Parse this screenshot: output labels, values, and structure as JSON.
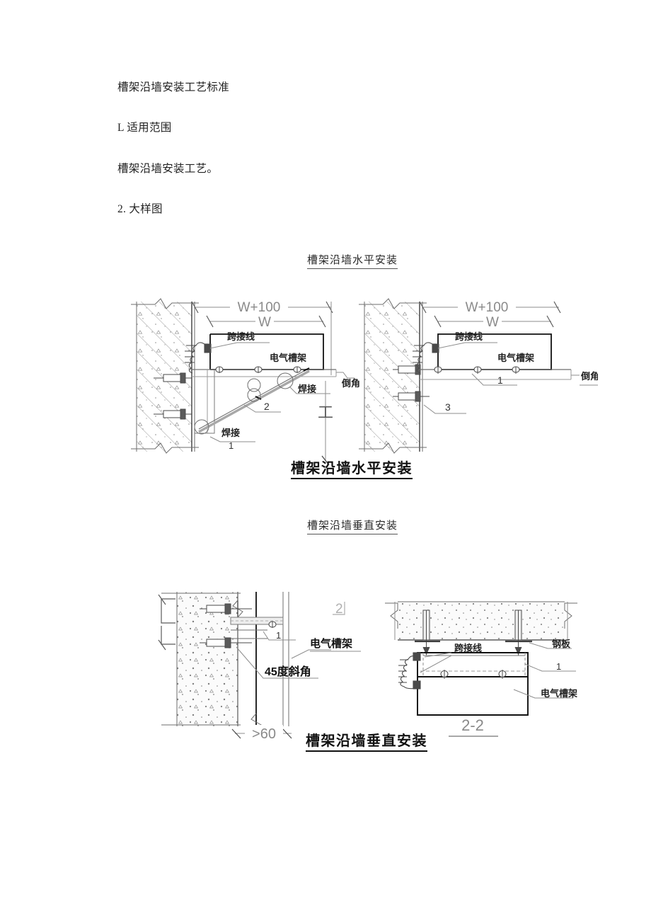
{
  "document": {
    "paragraphs": [
      "槽架沿墙安装工艺标准",
      "L 适用范围",
      "槽架沿墙安装工艺。",
      "2. 大样图"
    ]
  },
  "figure1": {
    "heading": "槽架沿墙水平安装",
    "caption": "槽架沿墙水平安装",
    "left_view": {
      "dim_outer": "W+100",
      "dim_inner": "W",
      "labels": {
        "jumper_wire": "跨接线",
        "cable_tray": "电气槽架",
        "weld_upper": "焊接",
        "weld_lower": "焊接",
        "callout_1": "1",
        "callout_2": "2",
        "section_marker": "工"
      }
    },
    "right_view": {
      "dim_outer": "W+100",
      "dim_inner": "W",
      "labels": {
        "jumper_wire": "跨接线",
        "cable_tray": "电气槽架",
        "chamfer": "倒角",
        "callout_1": "1",
        "callout_3": "3"
      }
    }
  },
  "figure2": {
    "heading": "槽架沿墙垂直安装",
    "caption": "槽架沿墙垂直安装",
    "left_view": {
      "labels": {
        "callout_1": "1",
        "bevel_45": "45度斜角",
        "cable_tray": "电气槽架",
        "dim_min": ">60",
        "section_marker": "2"
      }
    },
    "right_view": {
      "section_label": "2-2",
      "labels": {
        "jumper_wire": "跨接线",
        "steel_plate": "钢板",
        "callout_1": "1",
        "cable_tray": "电气槽架"
      }
    }
  },
  "style": {
    "line": "#3c3c3c",
    "line_light": "#8d8d8d",
    "dim_text": "#8a8a8a",
    "bold_line": "#111111"
  }
}
